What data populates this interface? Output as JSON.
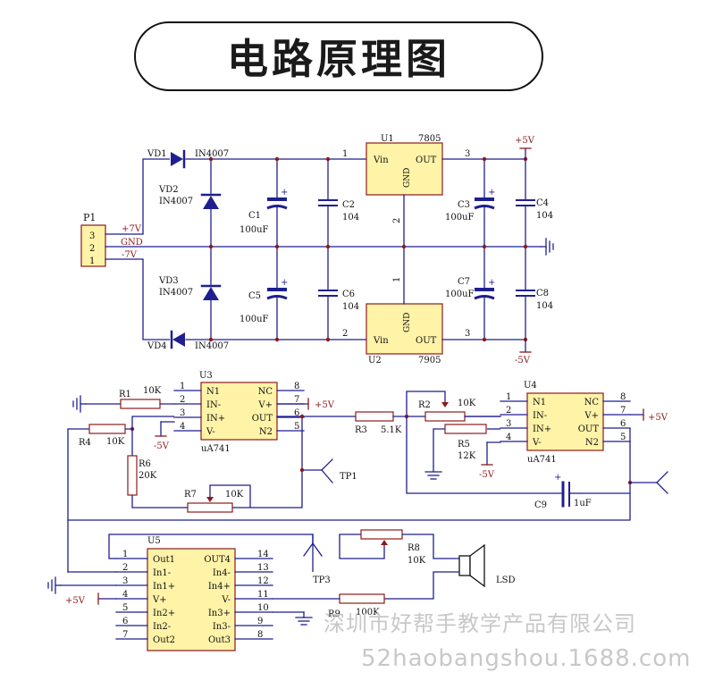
{
  "title": "电路原理图",
  "watermark": {
    "company": "深圳市好帮手教学产品有限公司",
    "url": "52haobangshou.1688.com"
  },
  "colors": {
    "wire": "#1f1f8f",
    "chip": "#fff3a8",
    "outline": "#8b1a1a",
    "text": "#111111",
    "cap": "#1f1f8f"
  },
  "power": {
    "connector": {
      "ref": "P1",
      "pins": [
        "3",
        "2",
        "1"
      ],
      "nets": [
        "+7V",
        "GND",
        "-7V"
      ]
    },
    "diodes": [
      {
        "ref": "VD1",
        "part": "IN4007"
      },
      {
        "ref": "VD2",
        "part": "IN4007"
      },
      {
        "ref": "VD3",
        "part": "IN4007"
      },
      {
        "ref": "VD4",
        "part": "IN4007"
      }
    ],
    "caps": [
      {
        "ref": "C1",
        "value": "100uF"
      },
      {
        "ref": "C2",
        "value": "104"
      },
      {
        "ref": "C3",
        "value": "100uF"
      },
      {
        "ref": "C4",
        "value": "104"
      },
      {
        "ref": "C5",
        "value": "100uF"
      },
      {
        "ref": "C6",
        "value": "104"
      },
      {
        "ref": "C7",
        "value": "100uF"
      },
      {
        "ref": "C8",
        "value": "104"
      }
    ],
    "regulators": [
      {
        "ref": "U1",
        "part": "7805",
        "vin": "Vin",
        "out": "OUT",
        "gnd": "GND",
        "pins": [
          "1",
          "2",
          "3"
        ]
      },
      {
        "ref": "U2",
        "part": "7905",
        "vin": "Vin",
        "out": "OUT",
        "gnd": "GND",
        "pins": [
          "2",
          "1",
          "3"
        ]
      }
    ],
    "rails": {
      "pos": "+5V",
      "neg": "-5V"
    }
  },
  "amp": {
    "opamps": [
      {
        "ref": "U3",
        "part": "uA741",
        "left": [
          {
            "pin": "1",
            "name": "N1"
          },
          {
            "pin": "2",
            "name": "IN-"
          },
          {
            "pin": "3",
            "name": "IN+"
          },
          {
            "pin": "4",
            "name": "V-"
          }
        ],
        "right": [
          {
            "pin": "8",
            "name": "NC"
          },
          {
            "pin": "7",
            "name": "V+"
          },
          {
            "pin": "6",
            "name": "OUT"
          },
          {
            "pin": "5",
            "name": "N2"
          }
        ]
      },
      {
        "ref": "U4",
        "part": "uA741",
        "left": [
          {
            "pin": "1",
            "name": "N1"
          },
          {
            "pin": "2",
            "name": "IN-"
          },
          {
            "pin": "3",
            "name": "IN+"
          },
          {
            "pin": "4",
            "name": "V-"
          }
        ],
        "right": [
          {
            "pin": "8",
            "name": "NC"
          },
          {
            "pin": "7",
            "name": "V+"
          },
          {
            "pin": "6",
            "name": "OUT"
          },
          {
            "pin": "5",
            "name": "N2"
          }
        ]
      }
    ],
    "resistors": [
      {
        "ref": "R1",
        "value": "10K"
      },
      {
        "ref": "R2",
        "value": "10K"
      },
      {
        "ref": "R3",
        "value": "5.1K"
      },
      {
        "ref": "R4",
        "value": "10K"
      },
      {
        "ref": "R5",
        "value": "12K"
      },
      {
        "ref": "R6",
        "value": "20K"
      },
      {
        "ref": "R7",
        "value": "10K"
      },
      {
        "ref": "R8",
        "value": "10K"
      },
      {
        "ref": "R9",
        "value": "100K"
      }
    ],
    "cap9": {
      "ref": "C9",
      "value": "1uF"
    },
    "test_points": [
      "TP1",
      "TP3"
    ],
    "supply_labels": {
      "pos": "+5V",
      "neg": "-5V"
    },
    "speaker": "LSD"
  },
  "quad": {
    "ref": "U5",
    "left": [
      {
        "pin": "1",
        "name": "Out1"
      },
      {
        "pin": "2",
        "name": "In1-"
      },
      {
        "pin": "3",
        "name": "In1+"
      },
      {
        "pin": "4",
        "name": "V+"
      },
      {
        "pin": "5",
        "name": "In2+"
      },
      {
        "pin": "6",
        "name": "In2-"
      },
      {
        "pin": "7",
        "name": "Out2"
      }
    ],
    "right": [
      {
        "pin": "14",
        "name": "OUT4"
      },
      {
        "pin": "13",
        "name": "In4-"
      },
      {
        "pin": "12",
        "name": "In4+"
      },
      {
        "pin": "11",
        "name": "V-"
      },
      {
        "pin": "10",
        "name": "In3+"
      },
      {
        "pin": "9",
        "name": "In3-"
      },
      {
        "pin": "8",
        "name": "Out3"
      }
    ],
    "supply": "+5V"
  }
}
